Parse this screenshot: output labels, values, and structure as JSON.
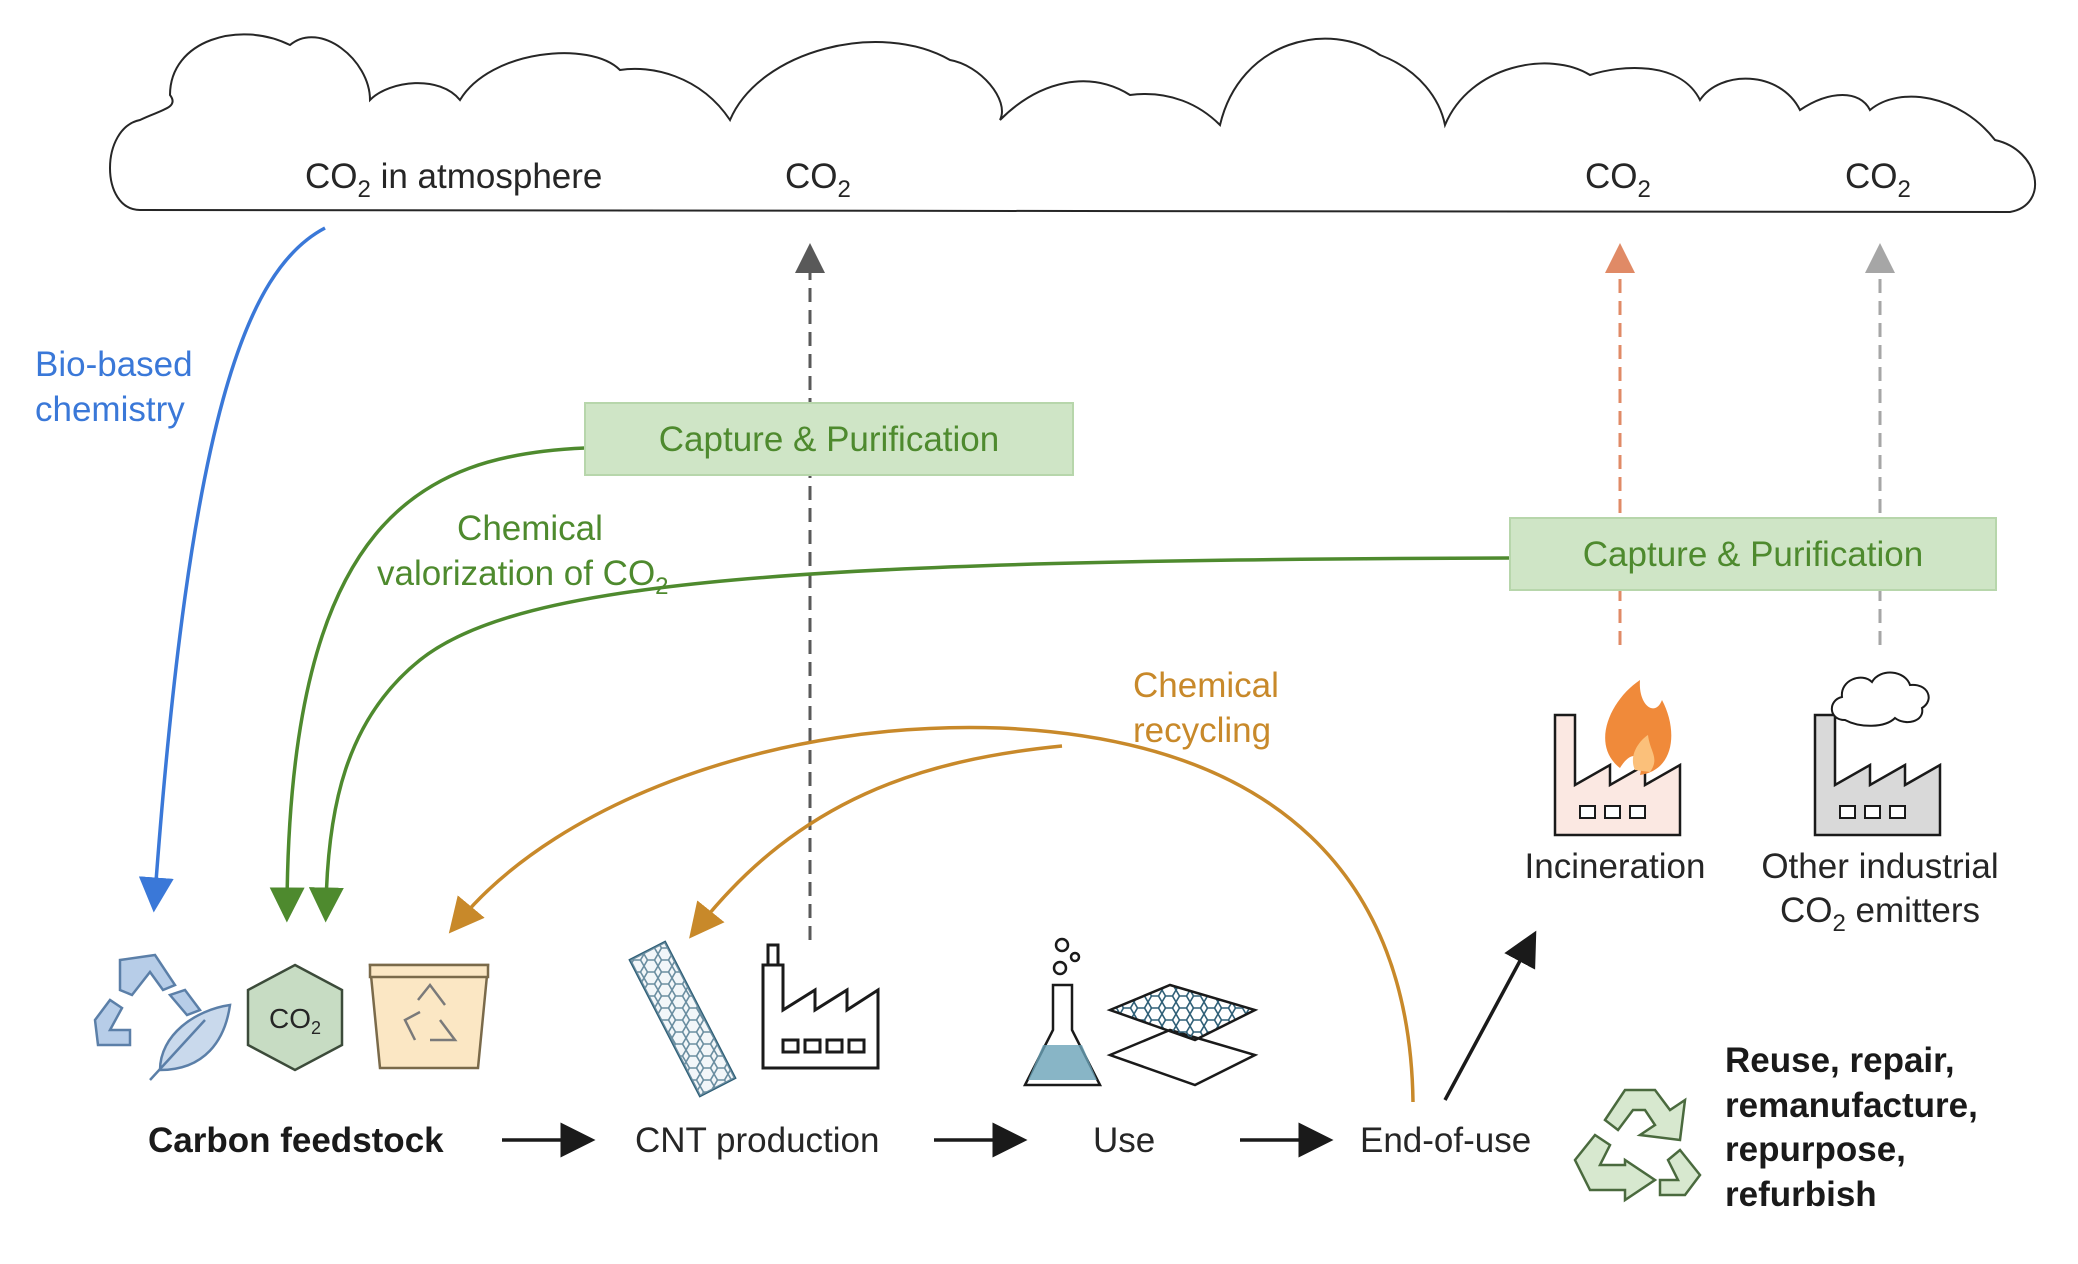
{
  "cloud": {
    "atmosphere_label": "CO",
    "atmosphere_sub": "2",
    "atmosphere_suffix": " in atmosphere",
    "co2_label": "CO",
    "co2_sub": "2"
  },
  "bio_based": {
    "line1": "Bio-based",
    "line2": "chemistry",
    "color": "#3a78d8"
  },
  "capture_boxes": {
    "label": "Capture & Purification",
    "fill": "#cfe5c6",
    "stroke": "#b7d6ab",
    "text_color": "#4e8a2e"
  },
  "chemical_valorization": {
    "line1": "Chemical",
    "line2_prefix": "valorization of CO",
    "line2_sub": "2",
    "color": "#4e8a2e"
  },
  "chemical_recycling": {
    "line1": "Chemical",
    "line2": "recycling",
    "color": "#c8892a"
  },
  "emitters": {
    "incineration": "Incineration",
    "other_line1": "Other industrial",
    "other_line2_prefix": "CO",
    "other_line2_sub": "2",
    "other_line2_suffix": " emitters"
  },
  "stages": {
    "carbon_feedstock": "Carbon feedstock",
    "cnt_production": "CNT production",
    "use": "Use",
    "end_of_use": "End-of-use"
  },
  "co2_badge": {
    "main": "CO",
    "sub": "2"
  },
  "reuse": {
    "line1": "Reuse, repair,",
    "line2": "remanufacture,",
    "line3": "repurpose,",
    "line4": "refurbish"
  },
  "colors": {
    "bio_blue": "#3a78d8",
    "valorization_green": "#4e8a2e",
    "recycling_orange": "#c8892a",
    "incineration_orange": "#e08a66",
    "dark_gray": "#595959",
    "light_gray": "#a6a6a6"
  }
}
